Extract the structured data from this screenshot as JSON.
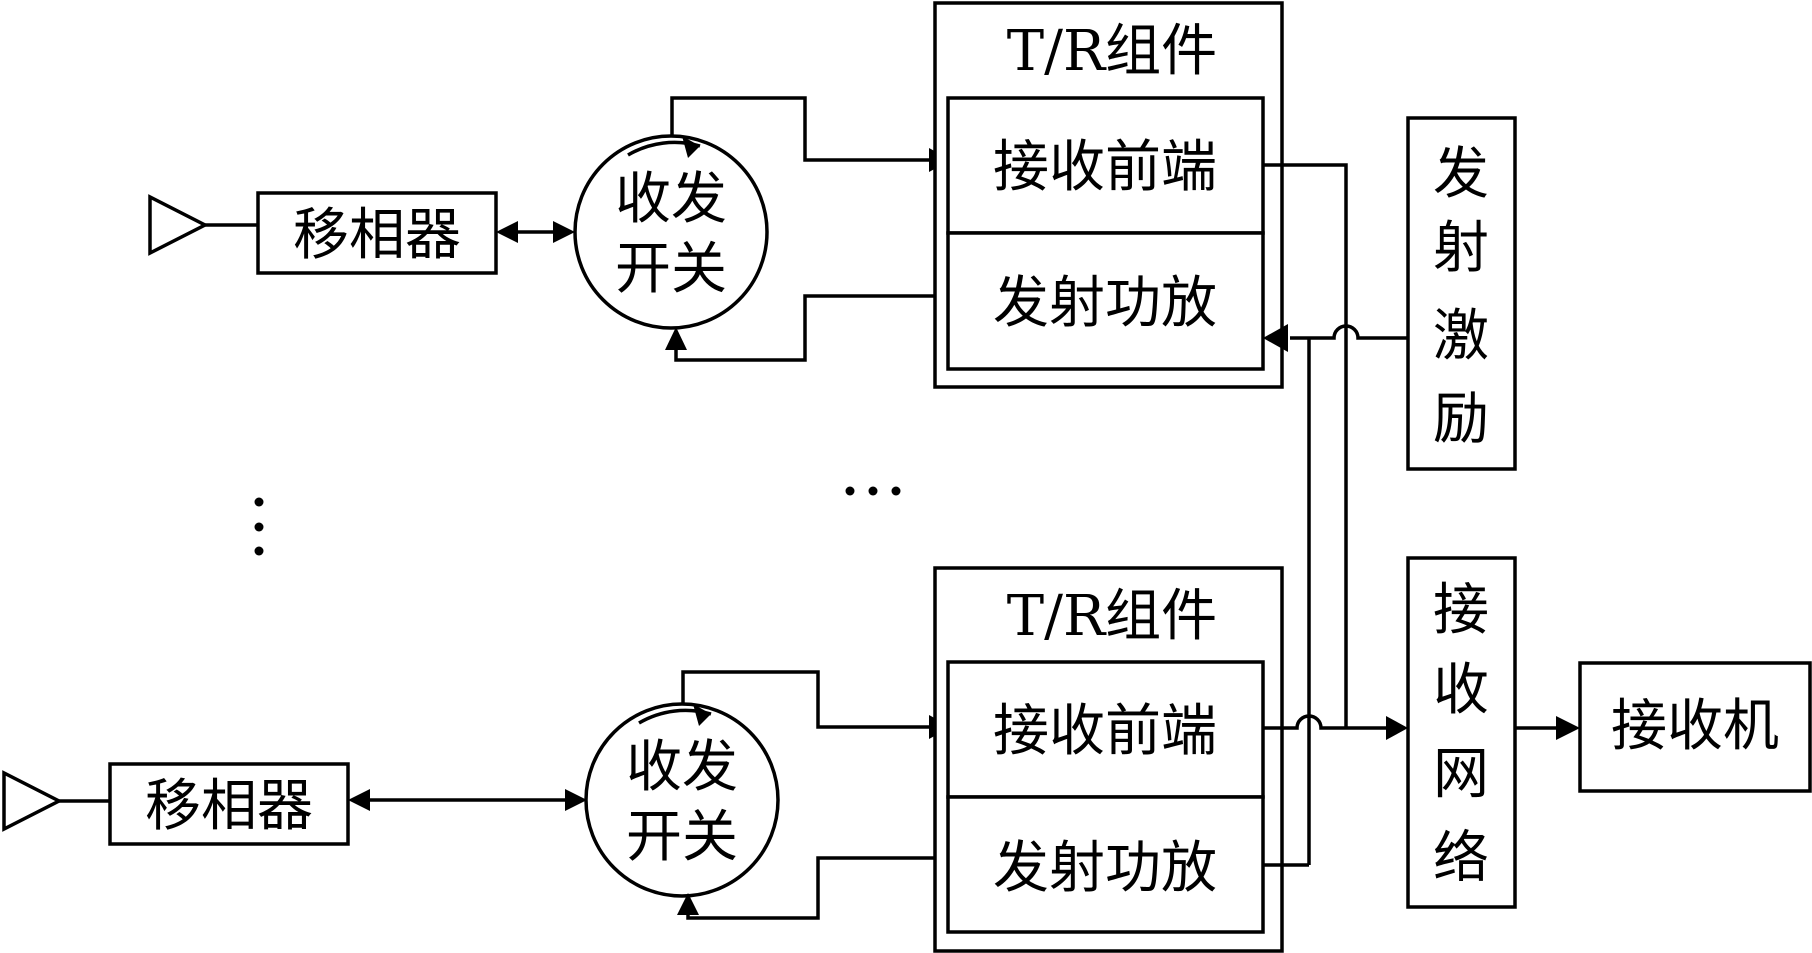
{
  "labels": {
    "tr_module": "T/R组件",
    "receive_frontend": "接收前端",
    "transmit_amp": "发射功放",
    "phase_shifter": "移相器",
    "switch_line1": "收发",
    "switch_line2": "开关",
    "tx_excitation": [
      "发",
      "射",
      "激",
      "励"
    ],
    "rx_network": [
      "接",
      "收",
      "网",
      "络"
    ],
    "receiver": "接收机"
  }
}
